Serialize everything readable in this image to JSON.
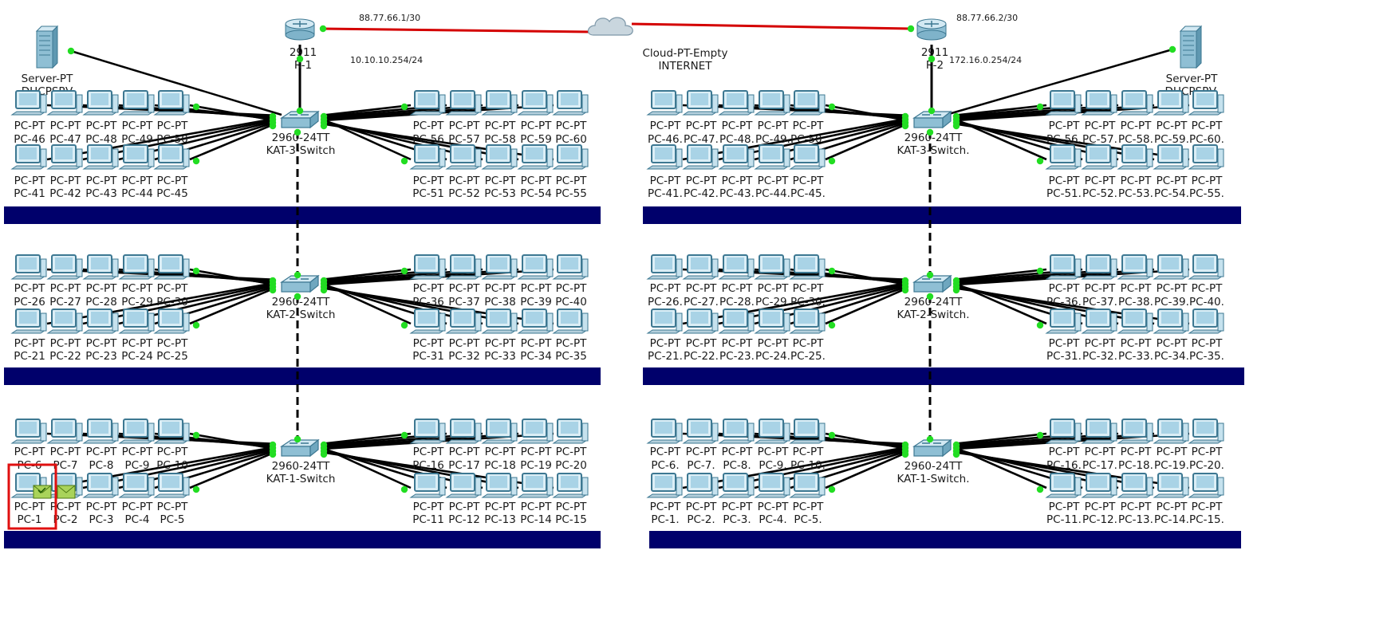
{
  "colors": {
    "floor_bar": "#00006b",
    "wan_link": "#d40000",
    "lan_link": "#000000",
    "port_up": "#22dd22",
    "selection": "#e01010",
    "device_fill": "#c6e2ee",
    "device_stroke": "#3d7892"
  },
  "wan": {
    "left_ip": "88.77.66.1/30",
    "right_ip": "88.77.66.2/30",
    "cloud": {
      "icon": "cloud-icon",
      "model": "Cloud-PT-Empty",
      "name": "INTERNET"
    }
  },
  "sites": [
    {
      "router": {
        "icon": "router-icon",
        "model": "2911",
        "name": "R-1",
        "lan_ip": "10.10.10.254/24"
      },
      "server": {
        "icon": "server-icon",
        "model": "Server-PT",
        "name": "DHCPSRV"
      },
      "floors": [
        {
          "switch": {
            "icon": "switch-icon",
            "model": "2960-24TT",
            "name": "KAT-3-Switch"
          },
          "left_top": [
            "PC-46",
            "PC-47",
            "PC-48",
            "PC-49",
            "PC-50"
          ],
          "left_bottom": [
            "PC-41",
            "PC-42",
            "PC-43",
            "PC-44",
            "PC-45"
          ],
          "right_top": [
            "PC-56",
            "PC-57",
            "PC-58",
            "PC-59",
            "PC-60"
          ],
          "right_bottom": [
            "PC-51",
            "PC-52",
            "PC-53",
            "PC-54",
            "PC-55"
          ]
        },
        {
          "switch": {
            "icon": "switch-icon",
            "model": "2960-24TT",
            "name": "KAT-2-Switch"
          },
          "left_top": [
            "PC-26",
            "PC-27",
            "PC-28",
            "PC-29",
            "PC-30"
          ],
          "left_bottom": [
            "PC-21",
            "PC-22",
            "PC-23",
            "PC-24",
            "PC-25"
          ],
          "right_top": [
            "PC-36",
            "PC-37",
            "PC-38",
            "PC-39",
            "PC-40"
          ],
          "right_bottom": [
            "PC-31",
            "PC-32",
            "PC-33",
            "PC-34",
            "PC-35"
          ]
        },
        {
          "switch": {
            "icon": "switch-icon",
            "model": "2960-24TT",
            "name": "KAT-1-Switch"
          },
          "left_top": [
            "PC-6",
            "PC-7",
            "PC-8",
            "PC-9",
            "PC-10"
          ],
          "left_bottom": [
            "PC-1",
            "PC-2",
            "PC-3",
            "PC-4",
            "PC-5"
          ],
          "right_top": [
            "PC-16",
            "PC-17",
            "PC-18",
            "PC-19",
            "PC-20"
          ],
          "right_bottom": [
            "PC-11",
            "PC-12",
            "PC-13",
            "PC-14",
            "PC-15"
          ]
        }
      ]
    },
    {
      "router": {
        "icon": "router-icon",
        "model": "2911",
        "name": "R-2",
        "lan_ip": "172.16.0.254/24"
      },
      "server": {
        "icon": "server-icon",
        "model": "Server-PT",
        "name": "DHCPSRV."
      },
      "floors": [
        {
          "switch": {
            "icon": "switch-icon",
            "model": "2960-24TT",
            "name": "KAT-3-Switch."
          },
          "left_top": [
            "PC-46.",
            "PC-47.",
            "PC-48.",
            "PC-49.",
            "PC-50."
          ],
          "left_bottom": [
            "PC-41.",
            "PC-42.",
            "PC-43.",
            "PC-44.",
            "PC-45."
          ],
          "right_top": [
            "PC-56.",
            "PC-57.",
            "PC-58.",
            "PC-59.",
            "PC-60."
          ],
          "right_bottom": [
            "PC-51.",
            "PC-52.",
            "PC-53.",
            "PC-54.",
            "PC-55."
          ]
        },
        {
          "switch": {
            "icon": "switch-icon",
            "model": "2960-24TT",
            "name": "KAT-2-Switch."
          },
          "left_top": [
            "PC-26.",
            "PC-27.",
            "PC-28.",
            "PC-29.",
            "PC-30."
          ],
          "left_bottom": [
            "PC-21.",
            "PC-22.",
            "PC-23.",
            "PC-24.",
            "PC-25."
          ],
          "right_top": [
            "PC-36.",
            "PC-37.",
            "PC-38.",
            "PC-39.",
            "PC-40."
          ],
          "right_bottom": [
            "PC-31.",
            "PC-32.",
            "PC-33.",
            "PC-34.",
            "PC-35."
          ]
        },
        {
          "switch": {
            "icon": "switch-icon",
            "model": "2960-24TT",
            "name": "KAT-1-Switch."
          },
          "left_top": [
            "PC-6.",
            "PC-7.",
            "PC-8.",
            "PC-9.",
            "PC-10."
          ],
          "left_bottom": [
            "PC-1.",
            "PC-2.",
            "PC-3.",
            "PC-4.",
            "PC-5."
          ],
          "right_top": [
            "PC-16.",
            "PC-17.",
            "PC-18.",
            "PC-19.",
            "PC-20."
          ],
          "right_bottom": [
            "PC-11.",
            "PC-12.",
            "PC-13.",
            "PC-14.",
            "PC-15."
          ]
        }
      ]
    }
  ],
  "pc_model": "PC-PT",
  "pc_icon": "pc-icon",
  "envelope_icon": "envelope-icon",
  "selected_device": "PC-1"
}
